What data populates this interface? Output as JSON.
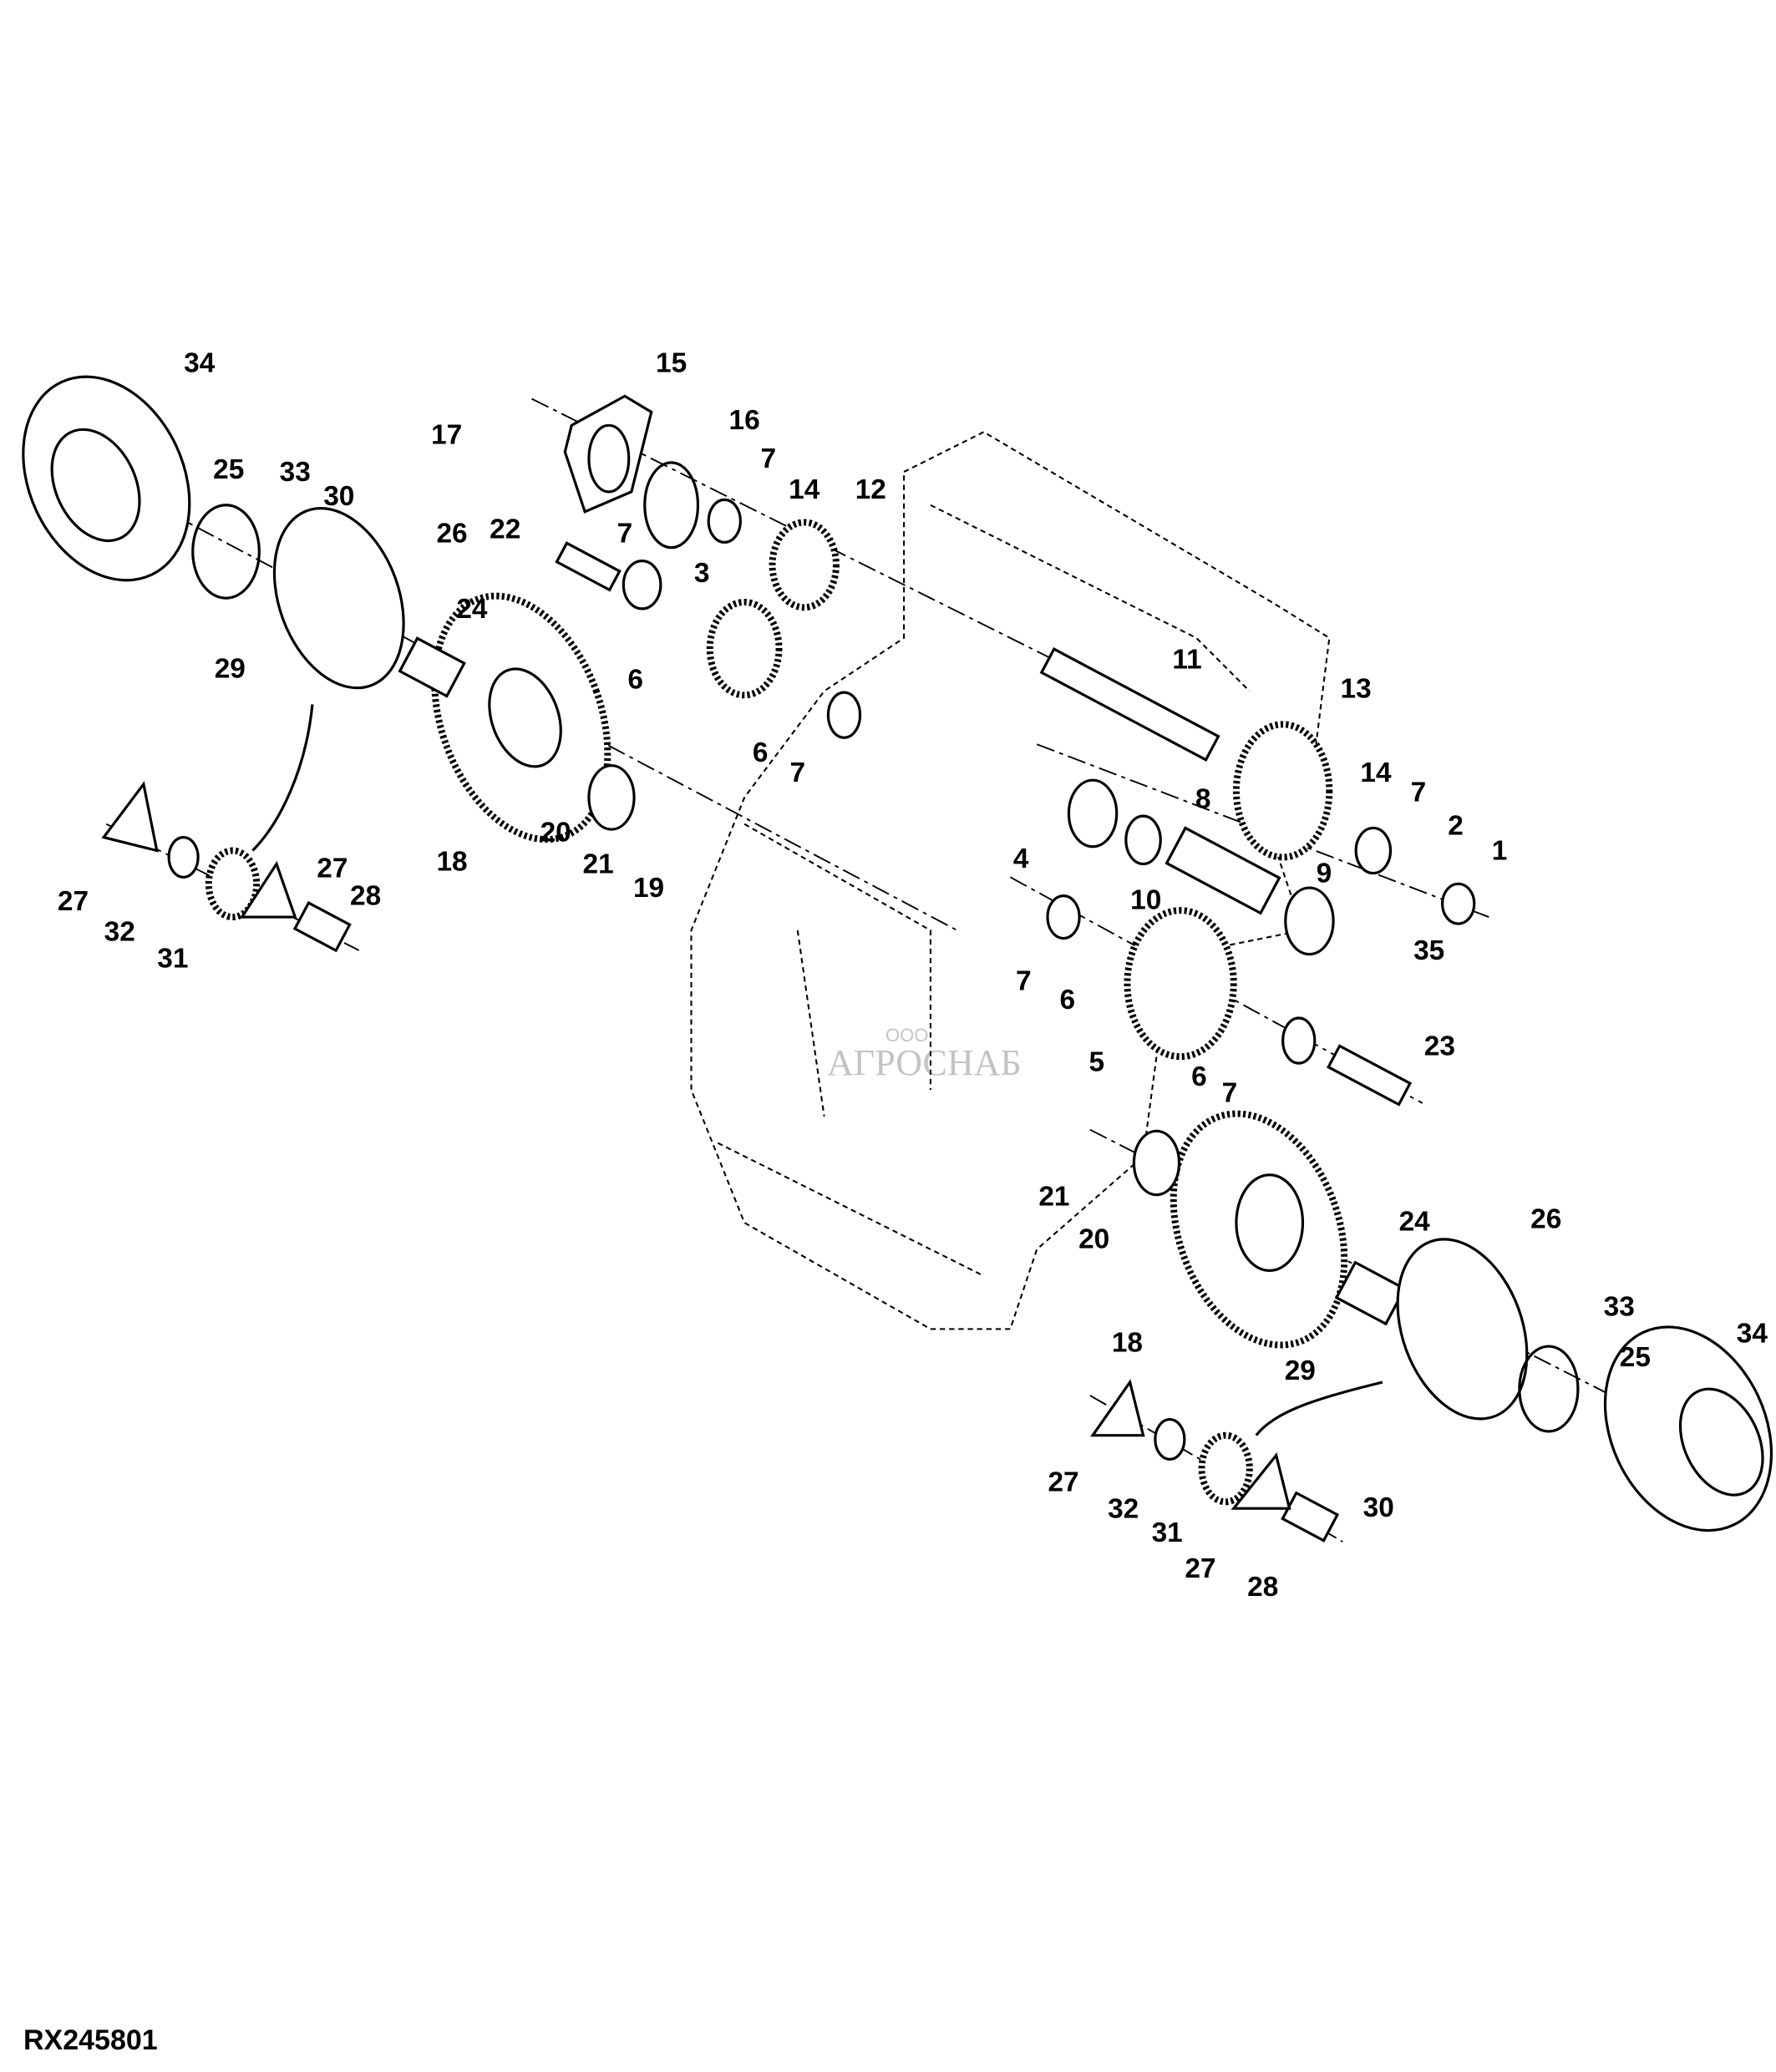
{
  "figure_id": "RX245801",
  "watermark": {
    "prefix": "ООО",
    "name": "АГРОСНАБ"
  },
  "callouts": [
    "34",
    "25",
    "33",
    "30",
    "26",
    "29",
    "24",
    "17",
    "15",
    "16",
    "7",
    "14",
    "12",
    "22",
    "7",
    "3",
    "6",
    "6",
    "7",
    "11",
    "13",
    "14",
    "7",
    "2",
    "1",
    "8",
    "4",
    "10",
    "9",
    "35",
    "7",
    "6",
    "5",
    "6",
    "7",
    "23",
    "18",
    "20",
    "21",
    "19",
    "27",
    "27",
    "32",
    "28",
    "31",
    "21",
    "20",
    "24",
    "26",
    "18",
    "29",
    "33",
    "25",
    "34",
    "30",
    "27",
    "32",
    "31",
    "27",
    "28"
  ]
}
